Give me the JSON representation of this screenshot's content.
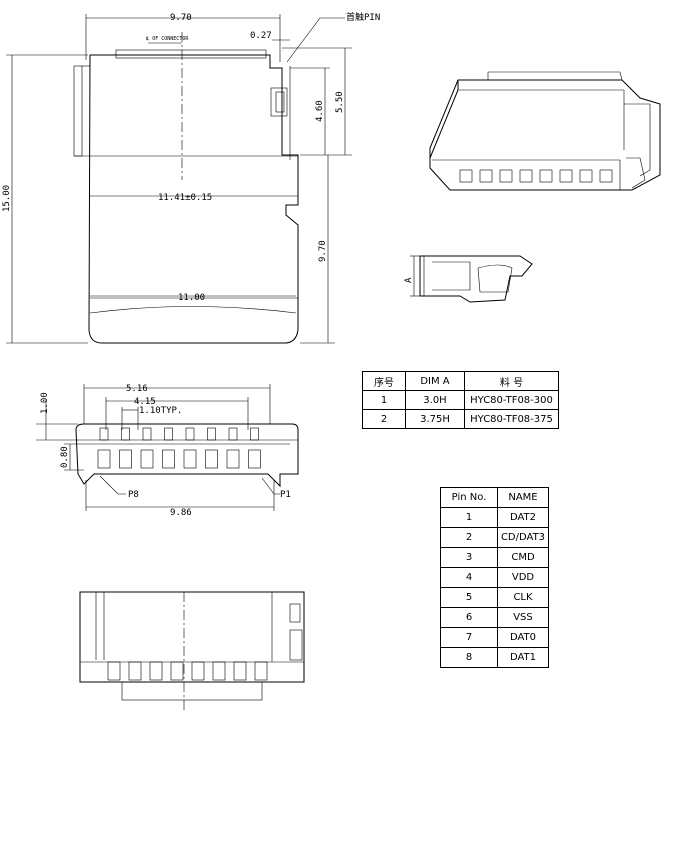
{
  "dims": {
    "w970_top": "9.70",
    "w027": "0.27",
    "first_pin": "首触PIN",
    "cl_connector": "℄ OF CONNECTOR",
    "h460": "4.60",
    "h550": "5.50",
    "h1500": "15.00",
    "w1141": "11.41±0.15",
    "h970_side": "9.70",
    "w1100": "11.00",
    "a_label": "A",
    "w516": "5.16",
    "w415": "4.15",
    "w110": "1.10TYP.",
    "h100": "1.00",
    "h080": "0.80",
    "p8": "P8",
    "p1": "P1",
    "w986": "9.86"
  },
  "dim_table": {
    "headers": [
      "序号",
      "DIM A",
      "料 号"
    ],
    "rows": [
      [
        "1",
        "3.0H",
        "HYC80-TF08-300"
      ],
      [
        "2",
        "3.75H",
        "HYC80-TF08-375"
      ]
    ]
  },
  "pin_table": {
    "headers": [
      "Pin No.",
      "NAME"
    ],
    "rows": [
      [
        "1",
        "DAT2"
      ],
      [
        "2",
        "CD/DAT3"
      ],
      [
        "3",
        "CMD"
      ],
      [
        "4",
        "VDD"
      ],
      [
        "5",
        "CLK"
      ],
      [
        "6",
        "VSS"
      ],
      [
        "7",
        "DAT0"
      ],
      [
        "8",
        "DAT1"
      ]
    ]
  }
}
